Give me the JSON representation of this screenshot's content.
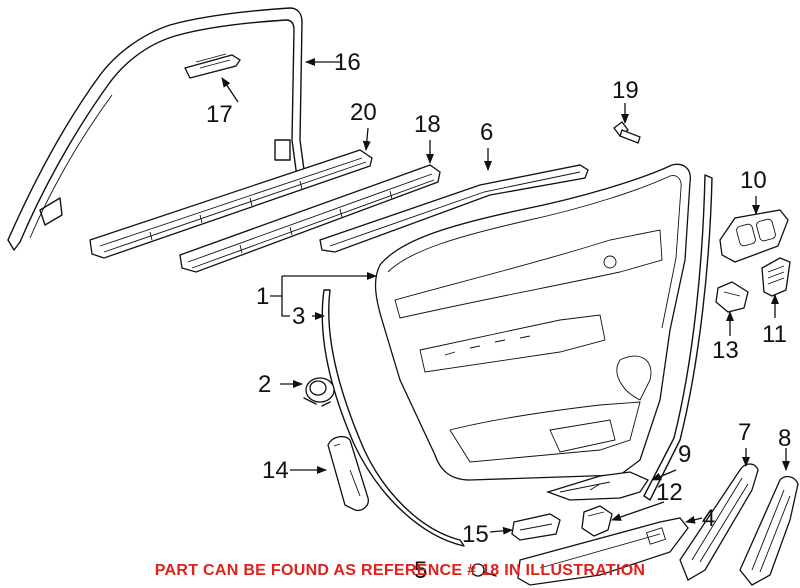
{
  "diagram": {
    "callouts": {
      "c1": "1",
      "c2": "2",
      "c3": "3",
      "c4": "4",
      "c5": "5",
      "c6": "6",
      "c7": "7",
      "c8": "8",
      "c9": "9",
      "c10": "10",
      "c11": "11",
      "c12": "12",
      "c13": "13",
      "c14": "14",
      "c15": "15",
      "c16": "16",
      "c17": "17",
      "c18": "18",
      "c19": "19",
      "c20": "20"
    },
    "footer_note": "PART CAN BE FOUND AS REFERENCE # 18 IN ILLUSTRATION",
    "footer_color": "#e0201b"
  }
}
